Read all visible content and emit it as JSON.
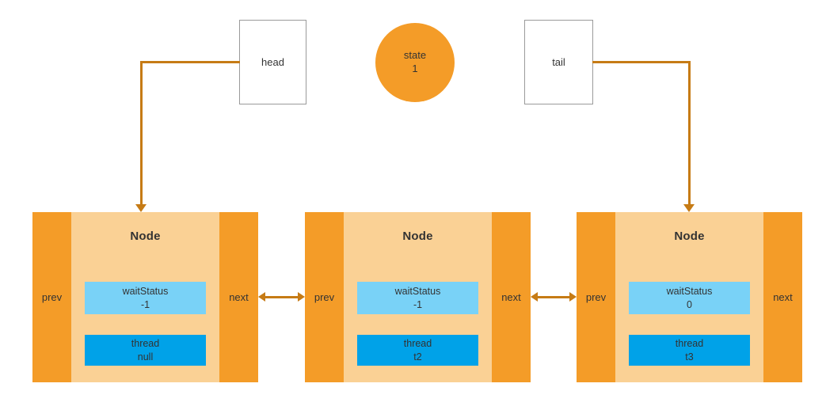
{
  "pointers": [
    {
      "label": "head",
      "target": "node-1"
    },
    {
      "label": "tail",
      "target": "node-3"
    }
  ],
  "state": {
    "label": "state",
    "value": "1",
    "color": "#F49C28"
  },
  "node_labels": {
    "prev": "prev",
    "next": "next",
    "title": "Node",
    "wait_status_key": "waitStatus",
    "thread_key": "thread"
  },
  "nodes": [
    {
      "title": "Node",
      "prev": "prev",
      "next": "next",
      "waitStatus_label": "waitStatus",
      "waitStatus_value": "-1",
      "thread_label": "thread",
      "thread_value": "null"
    },
    {
      "title": "Node",
      "prev": "prev",
      "next": "next",
      "waitStatus_label": "waitStatus",
      "waitStatus_value": "-1",
      "thread_label": "thread",
      "thread_value": "t2"
    },
    {
      "title": "Node",
      "prev": "prev",
      "next": "next",
      "waitStatus_label": "waitStatus",
      "waitStatus_value": "0",
      "thread_label": "thread",
      "thread_value": "t3"
    }
  ],
  "colors": {
    "accent_orange": "#F49C28",
    "node_body": "#FAD195",
    "wait_status_box": "#79D2F7",
    "thread_box": "#00A2E8",
    "connector": "#C67B15",
    "box_border": "#9a9a9a"
  }
}
